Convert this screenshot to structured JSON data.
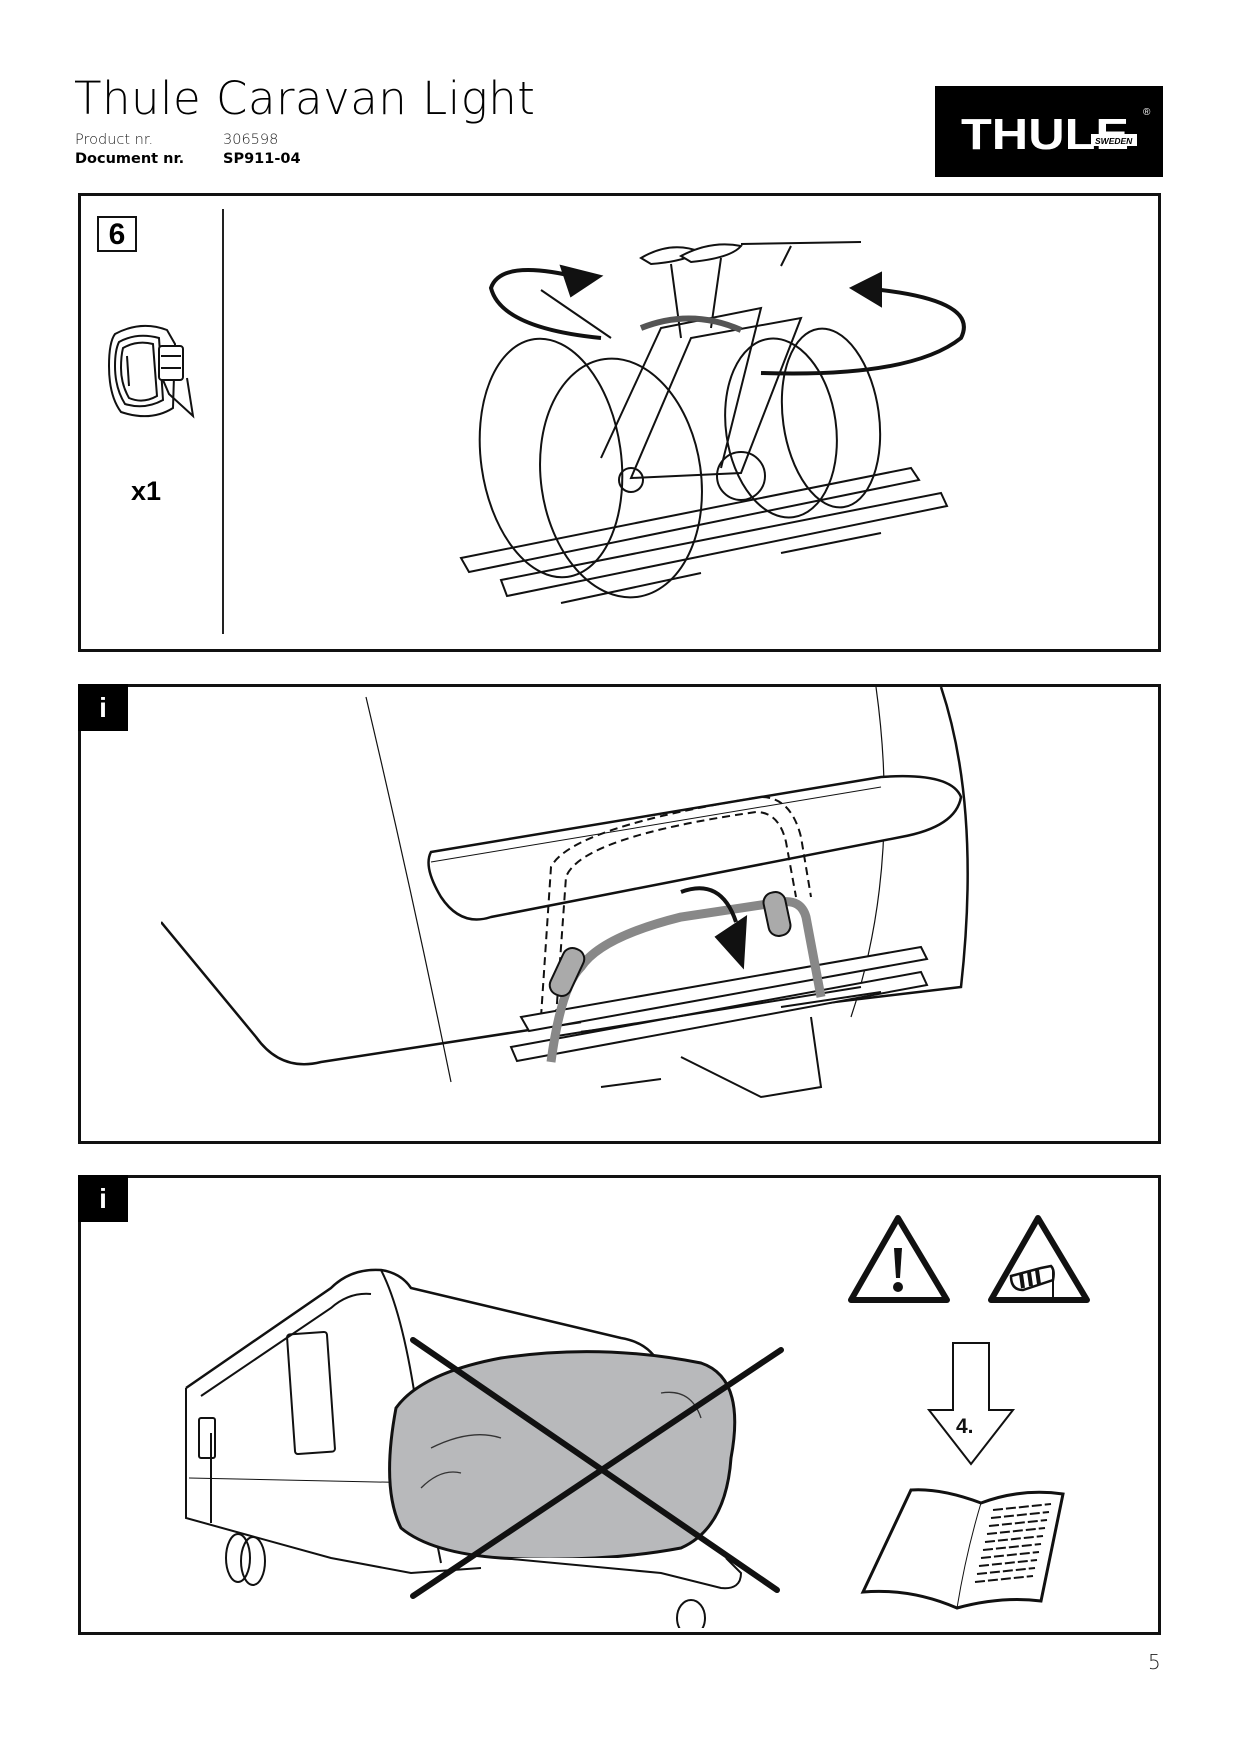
{
  "header": {
    "title": "Thule Caravan Light",
    "product_label": "Product nr.",
    "product_value": "306598",
    "document_label": "Document nr.",
    "document_value": "SP911-04"
  },
  "logo": {
    "brand": "THULE",
    "subtitle": "SWEDEN",
    "registered_mark": "®"
  },
  "panels": [
    {
      "type": "step",
      "step_number": "6",
      "parts": [
        {
          "icon": "strap-icon",
          "quantity": "x1"
        }
      ],
      "illustration": "two-bikes-on-rack-with-strap-arrows"
    },
    {
      "type": "info",
      "badge": "i",
      "illustration": "caravan-front-rack-fold-arrow"
    },
    {
      "type": "info",
      "badge": "i",
      "illustration": "caravan-with-bike-cover-crossed-out",
      "warning_icons": [
        "warning-exclamation-icon",
        "windsock-warning-icon"
      ],
      "reference_label": "4.",
      "reference_icon": "manual-book-icon"
    }
  ],
  "footer": {
    "page_number": "5"
  },
  "colors": {
    "ink": "#111111",
    "cover_gray": "#b8b9bb",
    "strap_gray": "#9a9a9a"
  }
}
